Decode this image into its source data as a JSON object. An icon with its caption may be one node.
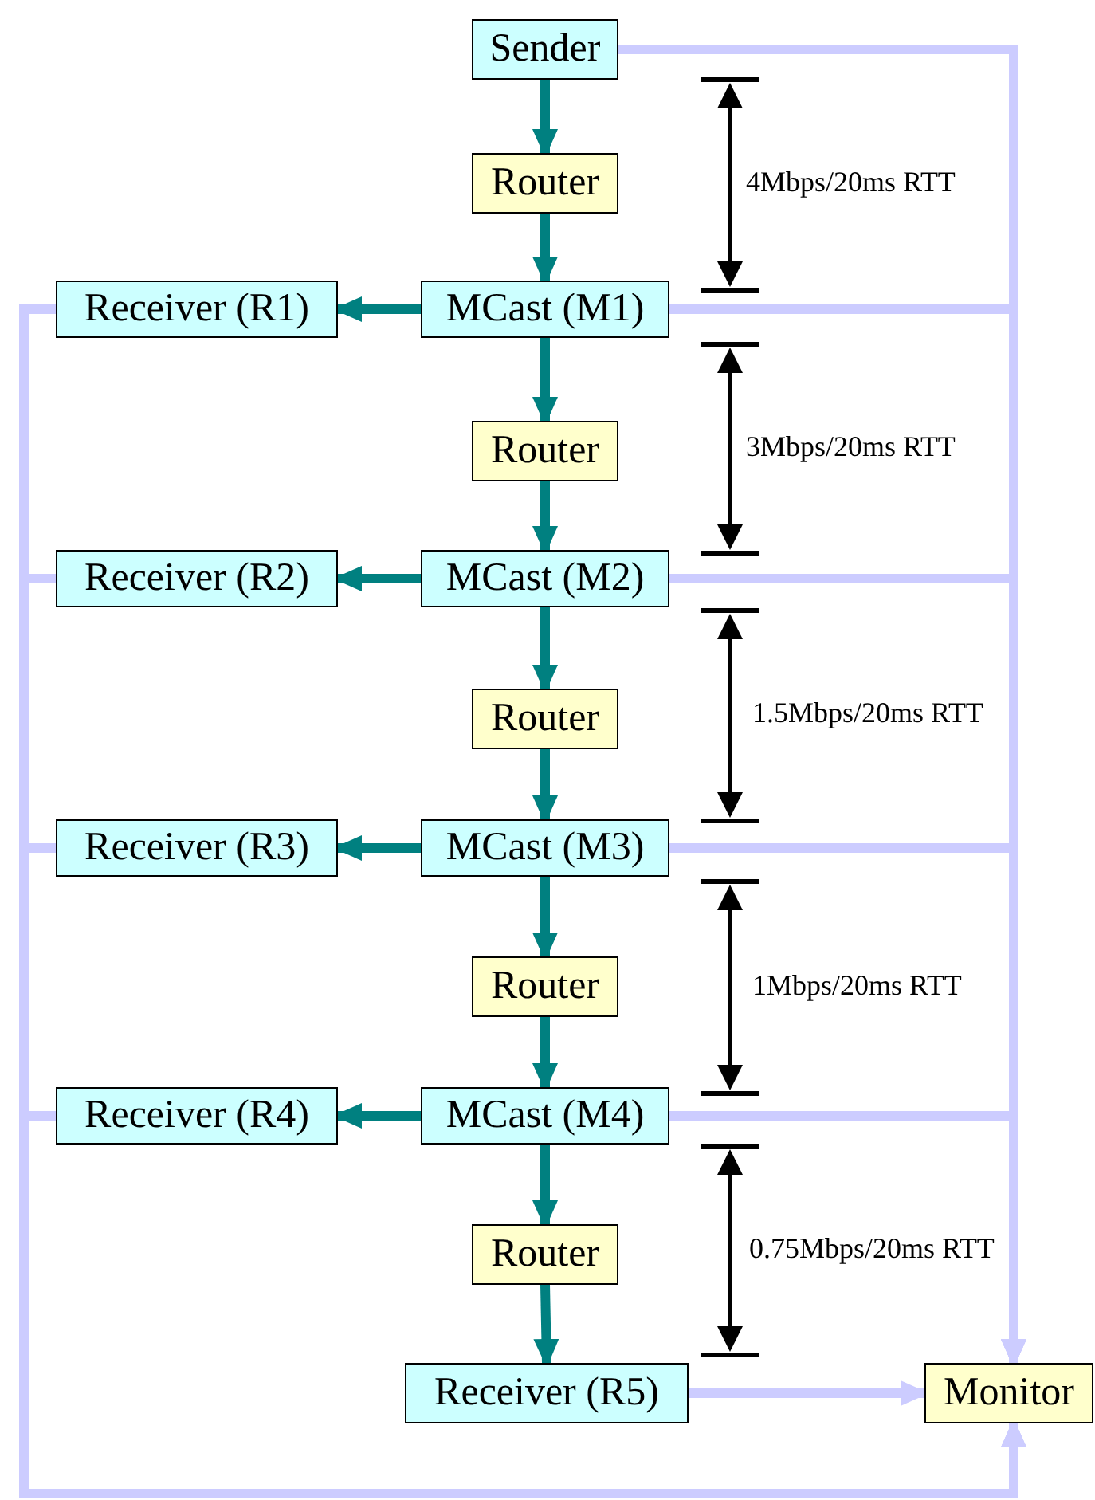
{
  "diagram": {
    "nodes": [
      {
        "text": [
          "Sender"
        ]
      },
      {
        "text": [
          "Router"
        ]
      },
      {
        "text": [
          "MCast (M1)"
        ]
      },
      {
        "text": [
          "Receiver (R1)"
        ]
      },
      {
        "text": [
          "Router"
        ]
      },
      {
        "text": [
          "MCast (M2)"
        ]
      },
      {
        "text": [
          "Receiver (R2)"
        ]
      },
      {
        "text": [
          "Router"
        ]
      },
      {
        "text": [
          "MCast (M3)"
        ]
      },
      {
        "text": [
          "Receiver (R3)"
        ]
      },
      {
        "text": [
          "Router"
        ]
      },
      {
        "text": [
          "MCast (M4)"
        ]
      },
      {
        "text": [
          "Receiver (R4)"
        ]
      },
      {
        "text": [
          "Router"
        ]
      },
      {
        "text": [
          "Receiver (R5)"
        ]
      },
      {
        "text": [
          "Monitor"
        ]
      }
    ],
    "edges": [
      {
        "from": 0,
        "to": 1,
        "arrow": "to"
      },
      {
        "from": 1,
        "to": 2,
        "arrow": "to"
      },
      {
        "from": 2,
        "to": 3,
        "arrow": "to"
      },
      {
        "from": 2,
        "to": 4,
        "arrow": "to"
      },
      {
        "from": 4,
        "to": 5,
        "arrow": "to"
      },
      {
        "from": 5,
        "to": 6,
        "arrow": "to"
      },
      {
        "from": 5,
        "to": 7,
        "arrow": "to"
      },
      {
        "from": 7,
        "to": 8,
        "arrow": "to"
      },
      {
        "from": 8,
        "to": 9,
        "arrow": "to"
      },
      {
        "from": 8,
        "to": 10,
        "arrow": "to"
      },
      {
        "from": 10,
        "to": 11,
        "arrow": "to"
      },
      {
        "from": 11,
        "to": 12,
        "arrow": "to"
      },
      {
        "from": 11,
        "to": 13,
        "arrow": "to"
      },
      {
        "from": 13,
        "to": 14,
        "arrow": "to"
      },
      {
        "from": 0,
        "to": 15,
        "arrow": "to",
        "color": "#ccccff"
      },
      {
        "from": 2,
        "to": 15,
        "arrow": "to",
        "color": "#ccccff"
      },
      {
        "from": 5,
        "to": 15,
        "arrow": "to",
        "color": "#ccccff"
      },
      {
        "from": 8,
        "to": 15,
        "arrow": "to",
        "color": "#ccccff"
      },
      {
        "from": 11,
        "to": 15,
        "arrow": "to",
        "color": "#ccccff"
      },
      {
        "from": 14,
        "to": 15,
        "arrow": "to",
        "color": "#ccccff"
      },
      {
        "from": 3,
        "to": 15,
        "arrow": "to",
        "color": "#ccccff"
      },
      {
        "from": 6,
        "to": 15,
        "arrow": "to",
        "color": "#ccccff"
      },
      {
        "from": 9,
        "to": 15,
        "arrow": "to",
        "color": "#ccccff"
      },
      {
        "from": 12,
        "to": 15,
        "arrow": "to",
        "color": "#ccccff"
      }
    ],
    "labels": [
      "4Mbps/20ms RTT",
      "3Mbps/20ms RTT",
      "1.5Mbps/20ms RTT",
      "1Mbps/20ms RTT",
      "0.75Mbps/20ms RTT"
    ]
  }
}
